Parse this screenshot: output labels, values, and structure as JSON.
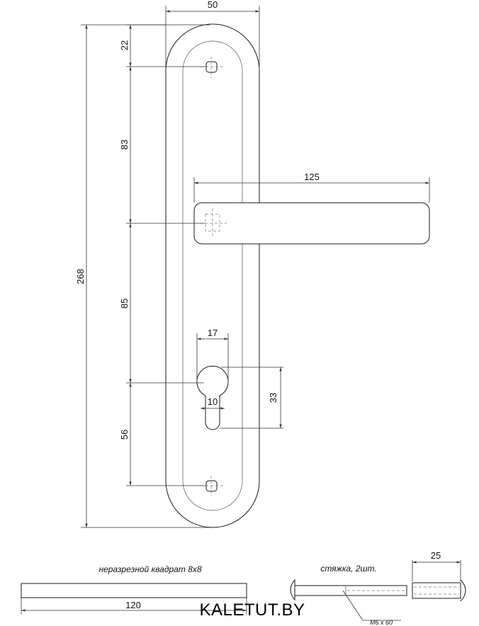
{
  "dimensions": {
    "plate_width": "50",
    "top_to_screw": "22",
    "screw_to_handle": "83",
    "total_height": "268",
    "handle_length": "125",
    "handle_to_cylinder": "85",
    "cylinder_width": "17",
    "cylinder_slot": "10",
    "cylinder_height": "33",
    "cylinder_to_screw": "56"
  },
  "parts": {
    "spindle_caption": "неразрезной квадрат 8х8",
    "spindle_length": "120",
    "bolt_caption": "стяжка, 2шт.",
    "bolt_thread": "М6 х 60",
    "bolt_part_length": "25"
  },
  "brand": "KALETUT.BY"
}
